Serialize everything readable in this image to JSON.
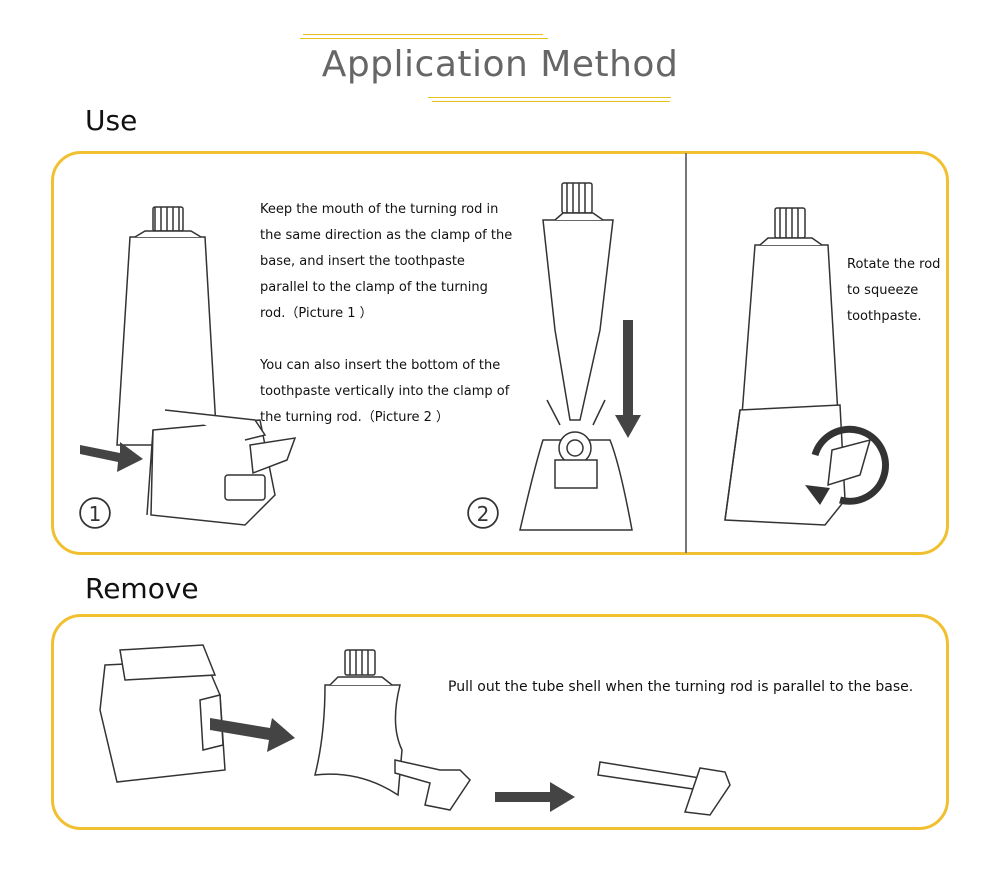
{
  "header": {
    "title": "Application Method"
  },
  "use": {
    "heading": "Use",
    "instruction_1": "Keep the mouth of the turning rod in the same direction as the clamp of the base, and insert the toothpaste parallel to the clamp of the turning rod.（Picture 1 ）",
    "instruction_2": "You can also insert the bottom of the toothpaste vertically into the clamp of the turning rod.（Picture 2 ）",
    "badge_1": "1",
    "badge_2": "2",
    "rotate_text": "Rotate the rod to squeeze toothpaste."
  },
  "remove": {
    "heading": "Remove",
    "instruction": "Pull out the tube shell when the turning rod is parallel to the base."
  },
  "colors": {
    "accent": "#f0c030",
    "title_gray": "#666666",
    "arrow": "#444444"
  },
  "icons": [
    "toothpaste-tube-icon",
    "squeezer-base-icon",
    "arrow-right-icon",
    "arrow-down-icon",
    "rotate-arrow-icon",
    "turning-rod-icon"
  ]
}
